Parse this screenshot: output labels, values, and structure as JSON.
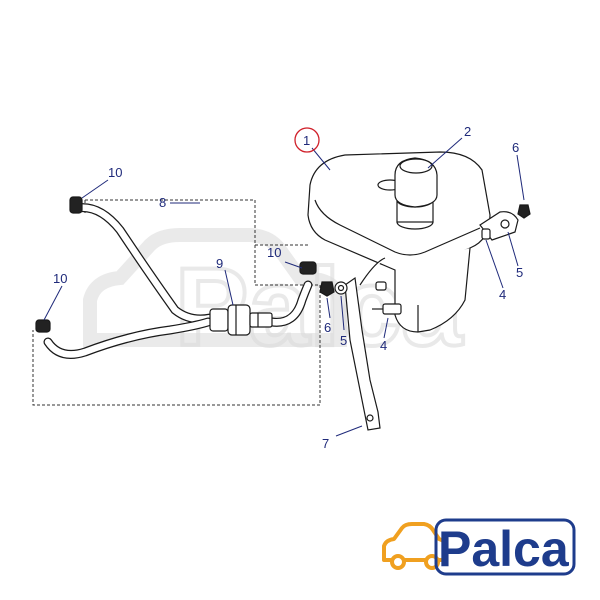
{
  "diagram": {
    "callouts": {
      "c1": "1",
      "c2": "2",
      "c4a": "4",
      "c4b": "4",
      "c5a": "5",
      "c5b": "5",
      "c6a": "6",
      "c6b": "6",
      "c7": "7",
      "c8": "8",
      "c9": "9",
      "c10a": "10",
      "c10b": "10",
      "c10c": "10"
    },
    "highlighted_callout": "1",
    "colors": {
      "callout": "#1f2a7a",
      "highlight": "#d0202a",
      "line": "#1a1a1a",
      "brand": "#1e3c8c",
      "brand_accent": "#f0a020"
    }
  },
  "brand": {
    "name": "Palca",
    "icon": "car-icon"
  }
}
